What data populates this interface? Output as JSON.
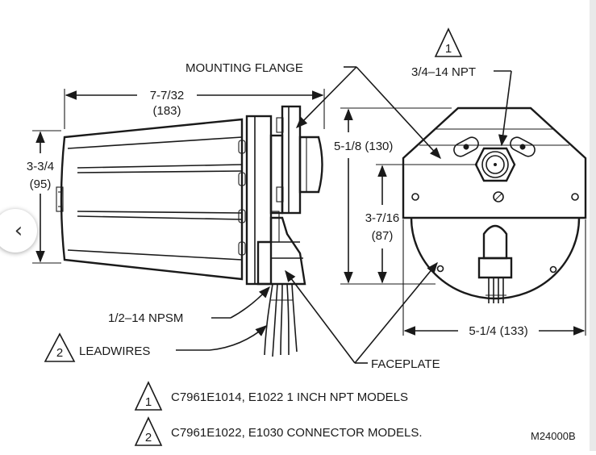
{
  "labels": {
    "mounting_flange": "MOUNTING FLANGE",
    "npt_top": "3/4–14 NPT",
    "npsm": "1/2–14 NPSM",
    "leadwires": "LEADWIRES",
    "faceplate": "FACEPLATE",
    "drawing_code": "M24000B"
  },
  "dimensions": {
    "length_in": "7-7/32",
    "length_mm": "(183)",
    "height_in": "3-3/4",
    "height_mm": "(95)",
    "face_height_in": "5-1/8 (130)",
    "center_in": "3-7/16",
    "center_mm": "(87)",
    "face_width": "5-1/4 (133)"
  },
  "notes": [
    {
      "marker": "1",
      "text": "C7961E1014, E1022 1 INCH NPT MODELS"
    },
    {
      "marker": "2",
      "text": "C7961E1022, E1030 CONNECTOR MODELS."
    }
  ],
  "markers": {
    "npt_marker": "1",
    "leadwires_marker": "2"
  },
  "ui": {
    "prev_icon": "‹"
  }
}
